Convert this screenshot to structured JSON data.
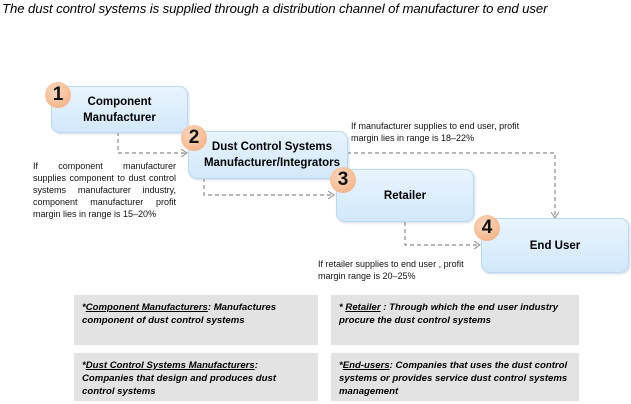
{
  "title": "The dust control systems is supplied through a distribution channel of manufacturer to end user",
  "nodes": [
    {
      "number": "1",
      "label_line1": "Component",
      "label_line2": "Manufacturer"
    },
    {
      "number": "2",
      "label_line1": "Dust Control Systems",
      "label_line2": "Manufacturer/Integrators"
    },
    {
      "number": "3",
      "label_line1": "Retailer",
      "label_line2": ""
    },
    {
      "number": "4",
      "label_line1": "End User",
      "label_line2": ""
    }
  ],
  "notes": {
    "component_margin": "If component manufacturer supplies component to dust control systems manufacturer industry, component manufacturer profit margin lies in range is 15–20%",
    "manufacturer_margin": "If manufacturer  supplies to end user, profit margin lies in range is 18–22%",
    "retailer_margin": "If retailer supplies to end user , profit margin range is  20–25%"
  },
  "definitions": [
    {
      "prefix": "*",
      "term": "Component Manufacturers",
      "sep": ": ",
      "text": "Manufactures component of dust control systems"
    },
    {
      "prefix": "* ",
      "term": "Retailer",
      "sep": " : ",
      "text": "Through which the end user industry procure the dust control systems"
    },
    {
      "prefix": "*",
      "term": "Dust Control Systems Manufacturers",
      "sep": ": ",
      "text": "Companies that design and produces dust control systems"
    },
    {
      "prefix": "*",
      "term": "End-users",
      "sep": ": ",
      "text": "Companies that uses the dust control systems or provides service dust control systems management"
    }
  ],
  "colors": {
    "node_fill": "#d2e8fb",
    "badge_fill": "#f5b88f",
    "definition_fill": "#e3e3e3",
    "arrow": "#8c8c8c"
  }
}
